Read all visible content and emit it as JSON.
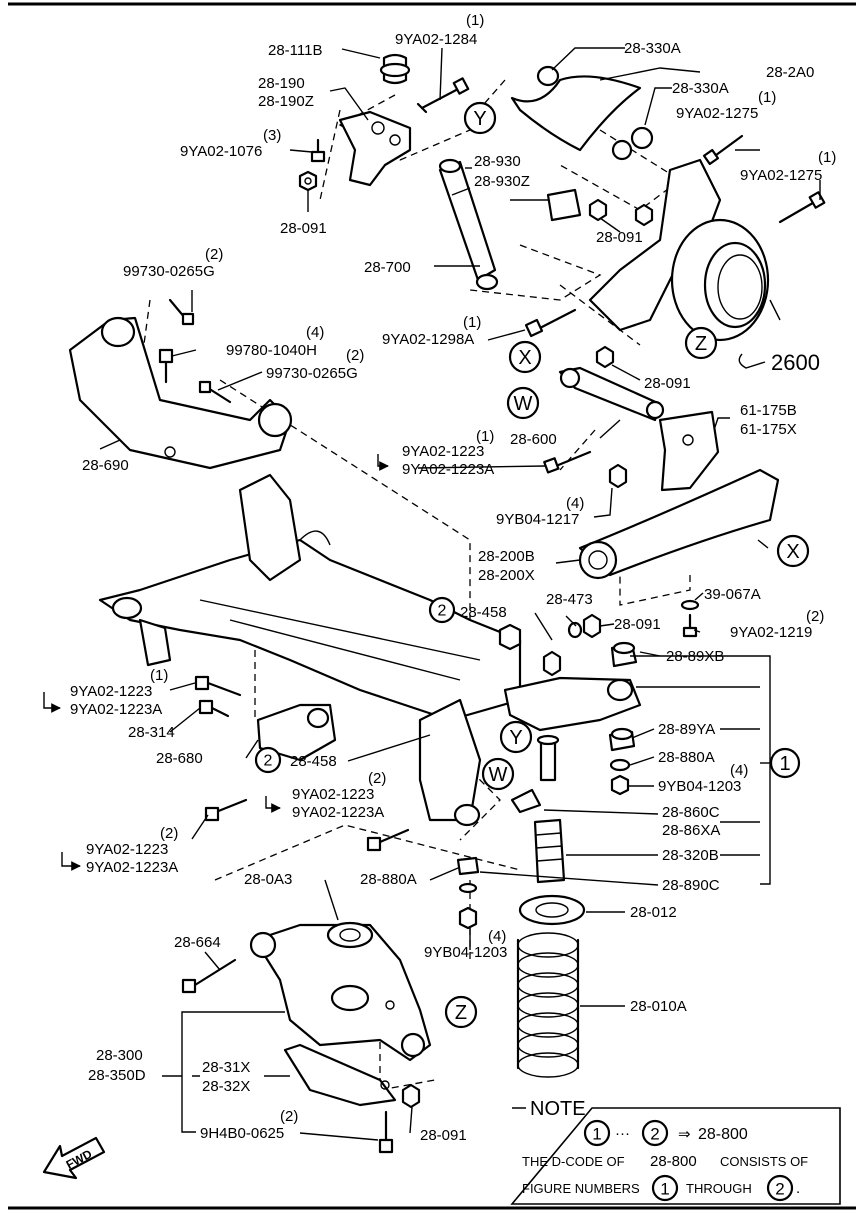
{
  "callouts": {
    "c28_111B": "28-111B",
    "c9YA02_1284_qty": "(1)",
    "c9YA02_1284": "9YA02-1284",
    "c28_190": "28-190",
    "c28_190Z": "28-190Z",
    "c1076_qty": "(3)",
    "c9YA02_1076": "9YA02-1076",
    "c28_091_a": "28-091",
    "c28_330A_a": "28-330A",
    "c28_2A0": "28-2A0",
    "c28_330A_b": "28-330A",
    "c1275_qty_a": "(1)",
    "c9YA02_1275_a": "9YA02-1275",
    "c1275_qty_b": "(1)",
    "c9YA02_1275_b": "9YA02-1275",
    "c28_930": "28-930",
    "c28_930Z": "28-930Z",
    "c28_091_b": "28-091",
    "c0265_qty_a": "(2)",
    "c99730_0265G_a": "99730-0265G",
    "c28_700": "28-700",
    "c1298_qty": "(1)",
    "c9YA02_1298A": "9YA02-1298A",
    "c1040_qty": "(4)",
    "c99780_1040H": "99780-1040H",
    "c0265_qty_b": "(2)",
    "c99730_0265G_b": "99730-0265G",
    "c2600": "2600",
    "c28_091_c": "28-091",
    "c61_175B": "61-175B",
    "c61_175X": "61-175X",
    "c28_600": "28-600",
    "c1223_qty_a": "(1)",
    "c9YA02_1223_a": "9YA02-1223",
    "c9YA02_1223A_a": "9YA02-1223A",
    "c28_690": "28-690",
    "c1217_qty": "(4)",
    "c9YB04_1217": "9YB04-1217",
    "c28_200B": "28-200B",
    "c28_200X": "28-200X",
    "c28_458_a": "28-458",
    "c28_473": "28-473",
    "c39_067A": "39-067A",
    "c28_091_d": "28-091",
    "c1219_qty": "(2)",
    "c9YA02_1219": "9YA02-1219",
    "c28_89XB": "28-89XB",
    "c1223_qty_b": "(1)",
    "c9YA02_1223_b": "9YA02-1223",
    "c9YA02_1223A_b": "9YA02-1223A",
    "c28_314": "28-314",
    "c28_89YA": "28-89YA",
    "c28_680": "28-680",
    "c28_458_b": "28-458",
    "c28_880A_a": "28-880A",
    "c1203_qty_a": "(4)",
    "c9YB04_1203_a": "9YB04-1203",
    "c1223_qty_c": "(2)",
    "c9YA02_1223_c": "9YA02-1223",
    "c9YA02_1223A_c": "9YA02-1223A",
    "c28_860C": "28-860C",
    "c28_86XA": "28-86XA",
    "c1223_qty_d": "(2)",
    "c9YA02_1223_d": "9YA02-1223",
    "c9YA02_1223A_d": "9YA02-1223A",
    "c28_320B": "28-320B",
    "c28_0A3": "28-0A3",
    "c28_880A_b": "28-880A",
    "c28_890C": "28-890C",
    "c28_012": "28-012",
    "c1203_qty_b": "(4)",
    "c9YB04_1203_b": "9YB04-1203",
    "c28_664": "28-664",
    "c28_010A": "28-010A",
    "c28_300": "28-300",
    "c28_350D": "28-350D",
    "c28_31X": "28-31X",
    "c28_32X": "28-32X",
    "c0625_qty": "(2)",
    "c9H4B0_0625": "9H4B0-0625",
    "c28_091_e": "28-091"
  },
  "markers": {
    "Y": "Y",
    "X": "X",
    "W": "W",
    "Z": "Z",
    "one": "1",
    "two": "2"
  },
  "note": {
    "heading": "NOTE",
    "range_target": "28-800",
    "line1_a": "THE D-CODE OF",
    "line1_b": "28-800",
    "line1_c": "CONSISTS OF",
    "line2_a": "FIGURE NUMBERS",
    "line2_b": "THROUGH"
  },
  "fwd": "FWD"
}
